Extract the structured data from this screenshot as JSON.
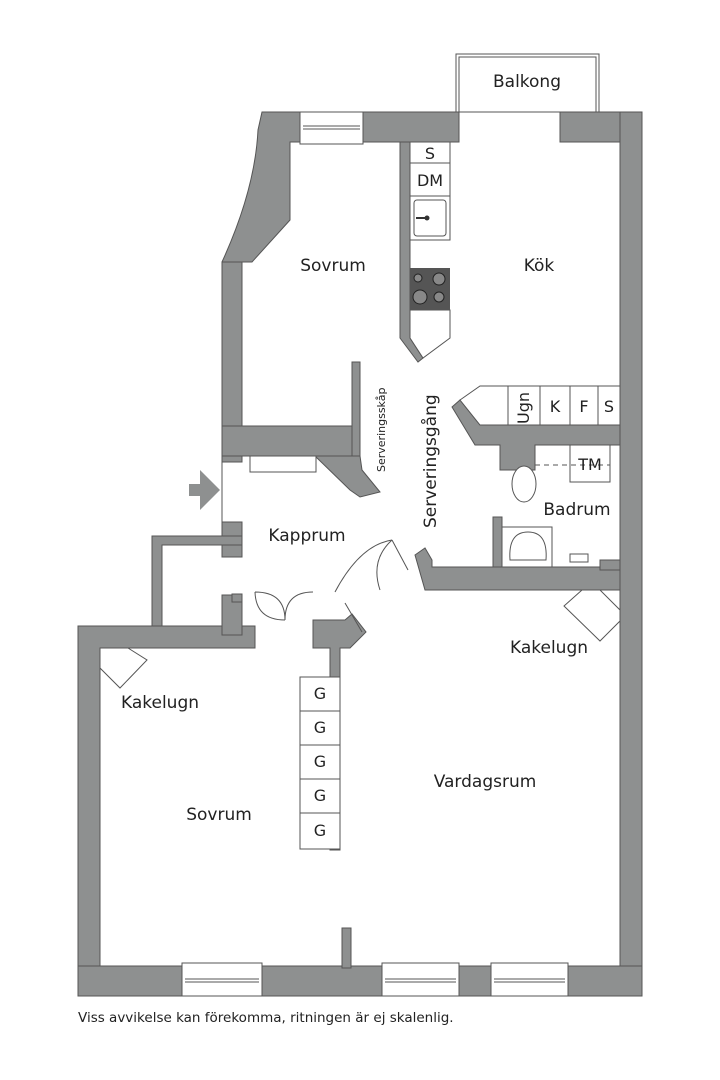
{
  "rooms": {
    "balcony": "Balkong",
    "bedroom_top": "Sovrum",
    "kitchen": "Kök",
    "serving_closet": "Serveringsskåp",
    "serving_passage": "Serveringsgång",
    "hallway": "Kapprum",
    "bathroom": "Badrum",
    "tiled_stove_right": "Kakelugn",
    "tiled_stove_left": "Kakelugn",
    "living_room": "Vardagsrum",
    "bedroom_bottom": "Sovrum"
  },
  "fixtures": {
    "kitchen_top": [
      "S",
      "DM"
    ],
    "kitchen_appliances": [
      "Ugn",
      "K",
      "F",
      "S"
    ],
    "bathroom_washer": "TM",
    "wardrobes": [
      "G",
      "G",
      "G",
      "G",
      "G"
    ]
  },
  "colors": {
    "wall": "#8e9090",
    "background": "#ffffff",
    "text": "#222222"
  },
  "disclaimer": "Viss avvikelse kan förekomma, ritningen är ej skalenlig."
}
